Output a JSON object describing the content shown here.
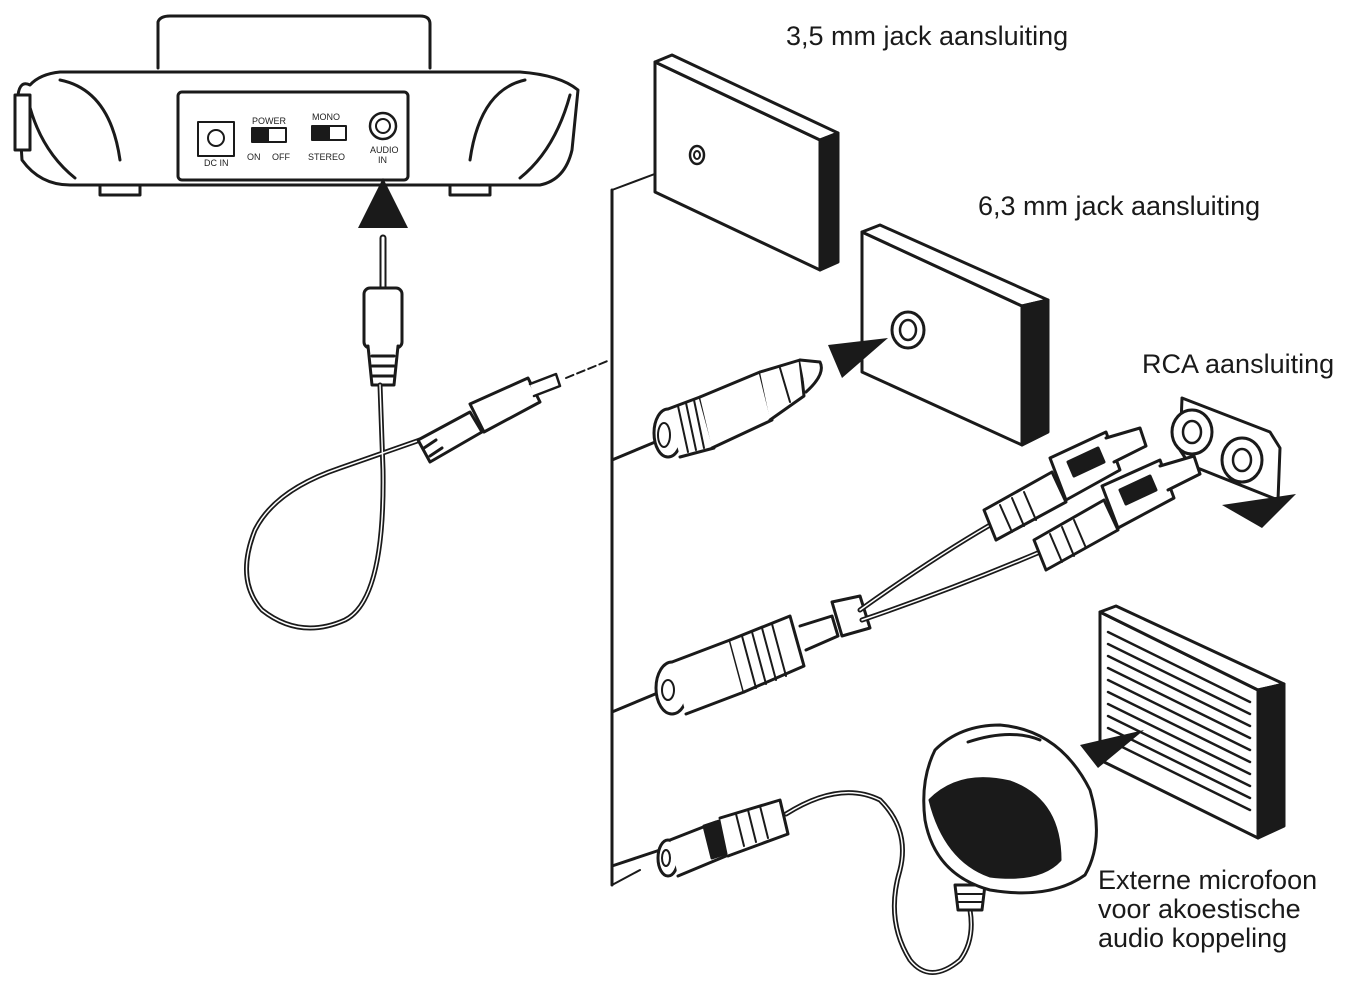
{
  "labels": {
    "jack_35": "3,5 mm jack aansluiting",
    "jack_63": "6,3 mm jack aansluiting",
    "rca": "RCA aansluiting",
    "mic_line1": "Externe microfoon",
    "mic_line2": "voor akoestische",
    "mic_line3": "audio koppeling"
  },
  "device_panel": {
    "power_label": "POWER",
    "power_on": "ON",
    "power_off": "OFF",
    "dc_in": "DC IN",
    "mono": "MONO",
    "stereo": "STEREO",
    "audio_in_1": "AUDIO",
    "audio_in_2": "IN"
  },
  "colors": {
    "line": "#1a1a1a",
    "fill": "#ffffff",
    "dark": "#1a1a1a",
    "grey": "#bdbdbd"
  }
}
